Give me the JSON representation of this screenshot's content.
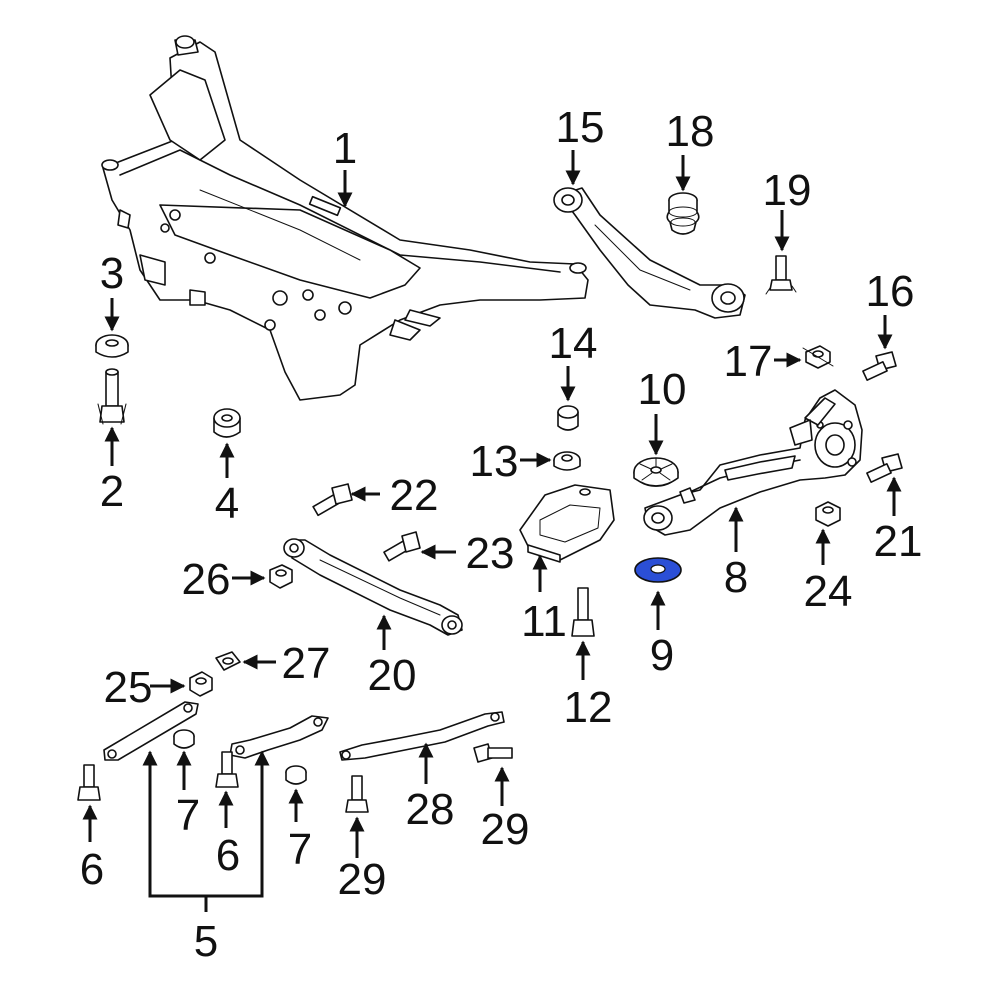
{
  "accent_color": "#2b4fd6",
  "highlighted_part": "9",
  "callouts": {
    "c1": "1",
    "c2": "2",
    "c3": "3",
    "c4": "4",
    "c5": "5",
    "c6a": "6",
    "c6b": "6",
    "c7a": "7",
    "c7b": "7",
    "c8": "8",
    "c9": "9",
    "c10": "10",
    "c11": "11",
    "c12": "12",
    "c13": "13",
    "c14": "14",
    "c15": "15",
    "c16": "16",
    "c17": "17",
    "c18": "18",
    "c19": "19",
    "c20": "20",
    "c21": "21",
    "c22": "22",
    "c23": "23",
    "c24": "24",
    "c25": "25",
    "c26": "26",
    "c27": "27",
    "c28": "28",
    "c29a": "29",
    "c29b": "29"
  }
}
